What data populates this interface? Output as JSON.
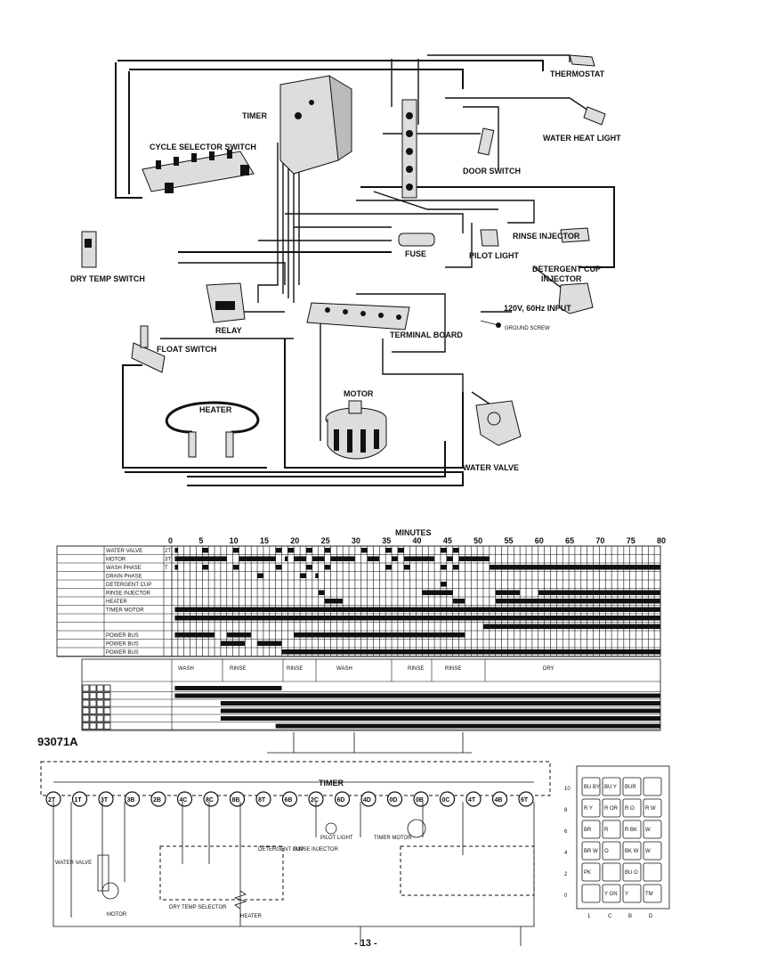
{
  "wiring": {
    "labels": {
      "thermostat": "THERMOSTAT",
      "timer": "TIMER",
      "water_heat_light": "WATER HEAT LIGHT",
      "cycle_selector_switch": "CYCLE SELECTOR SWITCH",
      "door_switch": "DOOR SWITCH",
      "rinse_injector": "RINSE INJECTOR",
      "fuse": "FUSE",
      "pilot_light": "PILOT LIGHT",
      "dry_temp_switch": "DRY TEMP SWITCH",
      "detergent_cup_line1": "DETERGENT CUP",
      "detergent_cup_line2": "INJECTOR",
      "relay": "RELAY",
      "input": "120V, 60Hz INPUT",
      "ground_screw": "GROUND SCREW",
      "terminal_board": "TERMINAL BOARD",
      "float_switch": "FLOAT SWITCH",
      "heater": "HEATER",
      "motor": "MOTOR",
      "water_valve": "WATER VALVE"
    }
  },
  "timer_chart": {
    "title": "MINUTES",
    "ticks": [
      "0",
      "5",
      "10",
      "15",
      "20",
      "25",
      "30",
      "35",
      "40",
      "45",
      "50",
      "55",
      "60",
      "65",
      "70",
      "75",
      "80"
    ],
    "rows": [
      "WATER VALVE",
      "MOTOR",
      "WASH PHASE",
      "DRAIN PHASE",
      "DETERGENT CUP",
      "RINSE INJECTOR",
      "HEATER",
      "TIMER MOTOR",
      "",
      "",
      "POWER BUS",
      "POWER BUS",
      "POWER BUS"
    ],
    "row_terminals": [
      "2T",
      "3T",
      "T",
      "",
      "",
      "",
      "",
      "",
      "",
      "",
      "",
      "",
      ""
    ],
    "bars": [
      [
        [
          0.5,
          1
        ],
        [
          5,
          6
        ],
        [
          10,
          11
        ],
        [
          17,
          18
        ],
        [
          19,
          20
        ],
        [
          22,
          23
        ],
        [
          25,
          26
        ],
        [
          31,
          32
        ],
        [
          35,
          36
        ],
        [
          37,
          38
        ],
        [
          44,
          45
        ],
        [
          46,
          47
        ]
      ],
      [
        [
          0.5,
          9
        ],
        [
          11,
          17
        ],
        [
          18.5,
          19
        ],
        [
          20,
          22
        ],
        [
          23,
          25
        ],
        [
          26,
          30
        ],
        [
          32,
          34
        ],
        [
          36,
          37
        ],
        [
          38,
          43
        ],
        [
          45,
          46
        ],
        [
          47,
          52
        ]
      ],
      [
        [
          0.5,
          1
        ],
        [
          5,
          6
        ],
        [
          10,
          11
        ],
        [
          17,
          18
        ],
        [
          22,
          23
        ],
        [
          25,
          26
        ],
        [
          35,
          36
        ],
        [
          38,
          39
        ],
        [
          44,
          45
        ],
        [
          46,
          47
        ],
        [
          52,
          80
        ]
      ],
      [
        [
          14,
          15
        ],
        [
          21,
          22
        ],
        [
          23.5,
          24
        ]
      ],
      [
        [
          44,
          45
        ]
      ],
      [
        [
          24,
          25
        ],
        [
          41,
          46
        ],
        [
          53,
          57
        ],
        [
          60,
          80
        ]
      ],
      [
        [
          25,
          28
        ],
        [
          46,
          48
        ],
        [
          53,
          80
        ]
      ],
      [
        [
          0.5,
          80
        ]
      ],
      [
        [
          0.5,
          80
        ]
      ],
      [
        [
          51,
          80
        ]
      ],
      [
        [
          0.5,
          7
        ],
        [
          9,
          13
        ],
        [
          20,
          48
        ]
      ],
      [
        [
          8,
          12
        ],
        [
          14,
          18
        ]
      ],
      [
        [
          18,
          80
        ]
      ]
    ]
  },
  "phase_chart": {
    "phases": [
      "WASH",
      "RINSE",
      "RINSE",
      "WASH",
      "RINSE",
      "RINSE",
      "DRY"
    ],
    "bars": [
      [
        [
          0.5,
          18
        ]
      ],
      [
        [
          0.5,
          18
        ],
        [
          18,
          80
        ]
      ],
      [
        [
          8,
          80
        ]
      ],
      [
        [
          8,
          80
        ]
      ],
      [
        [
          8,
          80
        ]
      ],
      [
        [
          17,
          80
        ]
      ]
    ]
  },
  "schematic": {
    "model": "93071A",
    "timer_label": "TIMER",
    "terminals": [
      "2T",
      "1T",
      "3T",
      "3B",
      "2B",
      "4C",
      "8C",
      "8B",
      "8T",
      "6B",
      "2C",
      "6D",
      "4D",
      "0D",
      "0B",
      "0C",
      "4T",
      "4B",
      "6T"
    ],
    "components": [
      "WATER VALVE",
      "MOTOR",
      "DRY TEMP SELECTOR",
      "HEATER",
      "DETERGENT CUP",
      "RINSE INJECTOR",
      "PILOT LIGHT",
      "TIMER MOTOR"
    ]
  },
  "selector": {
    "rows": [
      {
        "label": "10",
        "cells": [
          "BU\nBY",
          "BU Y",
          "BUR",
          ""
        ]
      },
      {
        "label": "8",
        "cells": [
          "R Y",
          "R OR",
          "R O",
          "R W"
        ]
      },
      {
        "label": "6",
        "cells": [
          "BR",
          "R",
          "R BK",
          "W"
        ]
      },
      {
        "label": "4",
        "cells": [
          "BR W",
          "O",
          "BK W",
          "W"
        ]
      },
      {
        "label": "2",
        "cells": [
          "PK",
          "",
          "BU O",
          ""
        ]
      },
      {
        "label": "0",
        "cells": [
          "",
          "Y GN",
          "Y",
          "TM"
        ]
      }
    ],
    "columns": [
      "1",
      "C",
      "B",
      "D"
    ]
  },
  "footer": {
    "page": "- 13 -"
  }
}
